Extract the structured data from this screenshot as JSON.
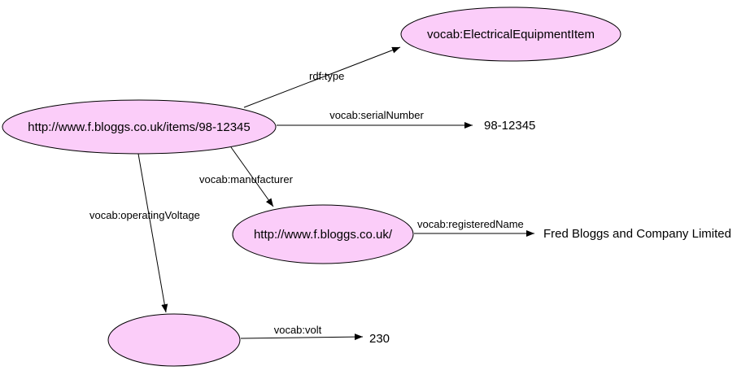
{
  "diagram": {
    "kind": "rdf-graph",
    "colors": {
      "node_fill": "#fbcdf9",
      "node_stroke": "#000000",
      "edge": "#000000",
      "text": "#000000",
      "background": "#ffffff"
    },
    "nodes": [
      {
        "id": "item",
        "label": "http://www.f.bloggs.co.uk/items/98-12345"
      },
      {
        "id": "equipment_class",
        "label": "vocab:ElectricalEquipmentItem"
      },
      {
        "id": "company",
        "label": "http://www.f.bloggs.co.uk/"
      },
      {
        "id": "anonymous",
        "label": ""
      }
    ],
    "edges": [
      {
        "label": "rdf:type",
        "from": "item",
        "to": "equipment_class"
      },
      {
        "label": "vocab:serialNumber",
        "from": "item",
        "to": "literal 98-12345"
      },
      {
        "label": "vocab:manufacturer",
        "from": "item",
        "to": "company"
      },
      {
        "label": "vocab:operatingVoltage",
        "from": "item",
        "to": "anonymous"
      },
      {
        "label": "vocab:registeredName",
        "from": "company",
        "to": "literal Fred Bloggs and Company Limited"
      },
      {
        "label": "vocab:volt",
        "from": "anonymous",
        "to": "literal 230"
      }
    ],
    "literals": [
      {
        "value": "98-12345"
      },
      {
        "value": "Fred Bloggs and Company Limited"
      },
      {
        "value": "230"
      }
    ]
  }
}
